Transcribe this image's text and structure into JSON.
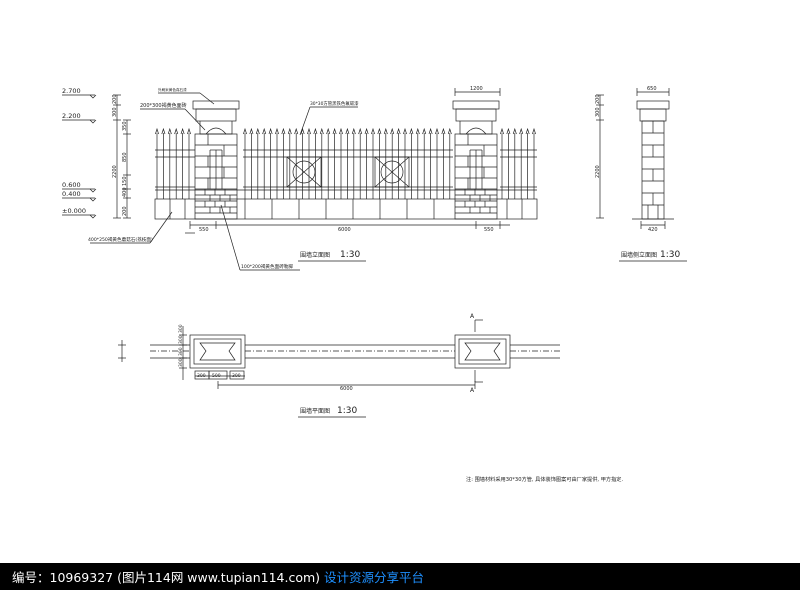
{
  "drawing": {
    "elevation": {
      "levels": [
        "2.700",
        "2.200",
        "0.600",
        "0.400",
        "±0.000"
      ],
      "vertical_dims": [
        "200",
        "300",
        "2200",
        "350",
        "850",
        "150",
        "400",
        "200"
      ],
      "callouts": {
        "cap": "外刷米黄色真石漆",
        "pillar": "200*300褐黄色面砖",
        "rail": "30*30方管黑铁色氟碳漆",
        "base": "400*250褐黄色蘑菇石(荔枝面)",
        "plinth": "100*200褐黄色面砖勒脚"
      },
      "horizontal_dims": [
        "550",
        "6000",
        "550"
      ],
      "top_dim": "1200",
      "title": "围墙立面图",
      "scale": "1:30"
    },
    "side": {
      "top_dim": "650",
      "vertical_dims": [
        "200",
        "300",
        "2200"
      ],
      "bottom_dim": "420",
      "title": "围墙侧立面图",
      "scale": "1:30"
    },
    "plan": {
      "section_marks": [
        "A",
        "A"
      ],
      "dims_small": [
        "300",
        "300",
        "300",
        "300"
      ],
      "bottom_dims": [
        "300",
        "500",
        "300"
      ],
      "span_dim": "6000",
      "title": "围墙平面图",
      "scale": "1:30"
    },
    "note": "注: 围墙材料采用30*30方管, 具体装饰图案可由厂家提供, 甲方指定."
  },
  "footer": {
    "info": "编号：10969327 (图片114网 www.tupian114.com)",
    "site": "设计资源分享平台"
  }
}
